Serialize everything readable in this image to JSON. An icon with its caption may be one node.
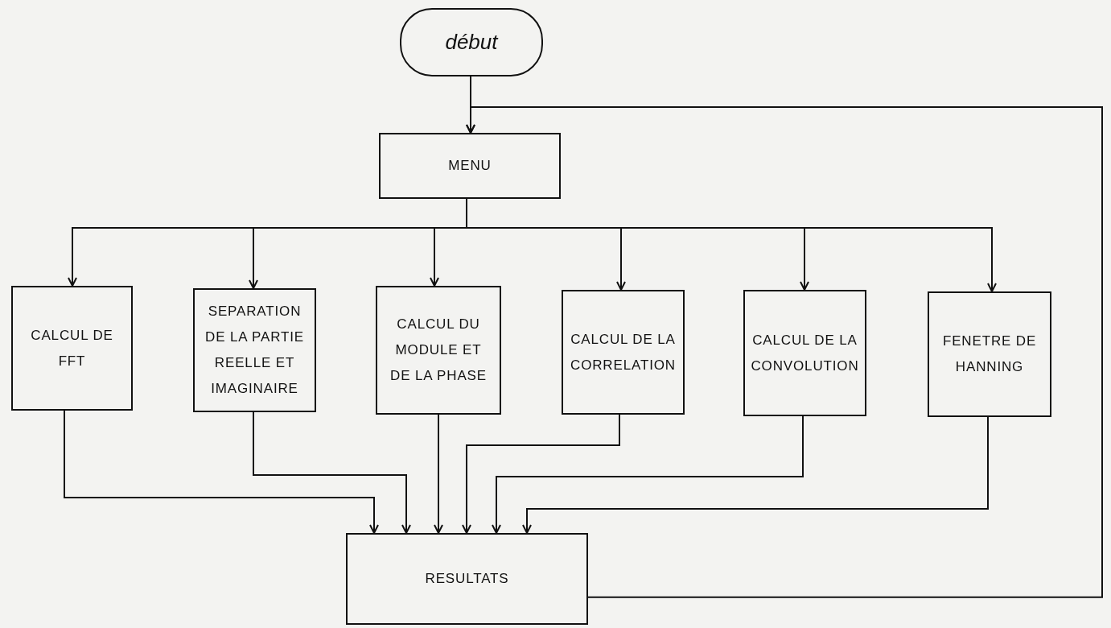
{
  "diagram": {
    "nodes": [
      {
        "text": [
          "début"
        ]
      },
      {
        "text": [
          "MENU"
        ]
      },
      {
        "text": [
          "CALCUL DE FFT"
        ]
      },
      {
        "text": [
          "SEPARATION DE LA PARTIE REELLE ET IMAGINAIRE"
        ]
      },
      {
        "text": [
          "CALCUL DU MODULE ET DE LA PHASE"
        ]
      },
      {
        "text": [
          "CALCUL DE LA CORRELATION"
        ]
      },
      {
        "text": [
          "CALCUL DE LA CONVOLUTION"
        ]
      },
      {
        "text": [
          "FENETRE DE HANNING"
        ]
      },
      {
        "text": [
          "RESULTATS"
        ]
      }
    ],
    "edges": [
      {
        "from": 0,
        "to": 1,
        "arrow": "to"
      },
      {
        "from": 1,
        "to": 2,
        "arrow": "to"
      },
      {
        "from": 1,
        "to": 3,
        "arrow": "to"
      },
      {
        "from": 1,
        "to": 4,
        "arrow": "to"
      },
      {
        "from": 1,
        "to": 5,
        "arrow": "to"
      },
      {
        "from": 1,
        "to": 6,
        "arrow": "to"
      },
      {
        "from": 1,
        "to": 7,
        "arrow": "to"
      },
      {
        "from": 2,
        "to": 8,
        "arrow": "to"
      },
      {
        "from": 3,
        "to": 8,
        "arrow": "to"
      },
      {
        "from": 4,
        "to": 8,
        "arrow": "to"
      },
      {
        "from": 5,
        "to": 8,
        "arrow": "to"
      },
      {
        "from": 6,
        "to": 8,
        "arrow": "to"
      },
      {
        "from": 7,
        "to": 8,
        "arrow": "to"
      },
      {
        "from": 8,
        "to": 1,
        "arrow": "to"
      }
    ]
  }
}
